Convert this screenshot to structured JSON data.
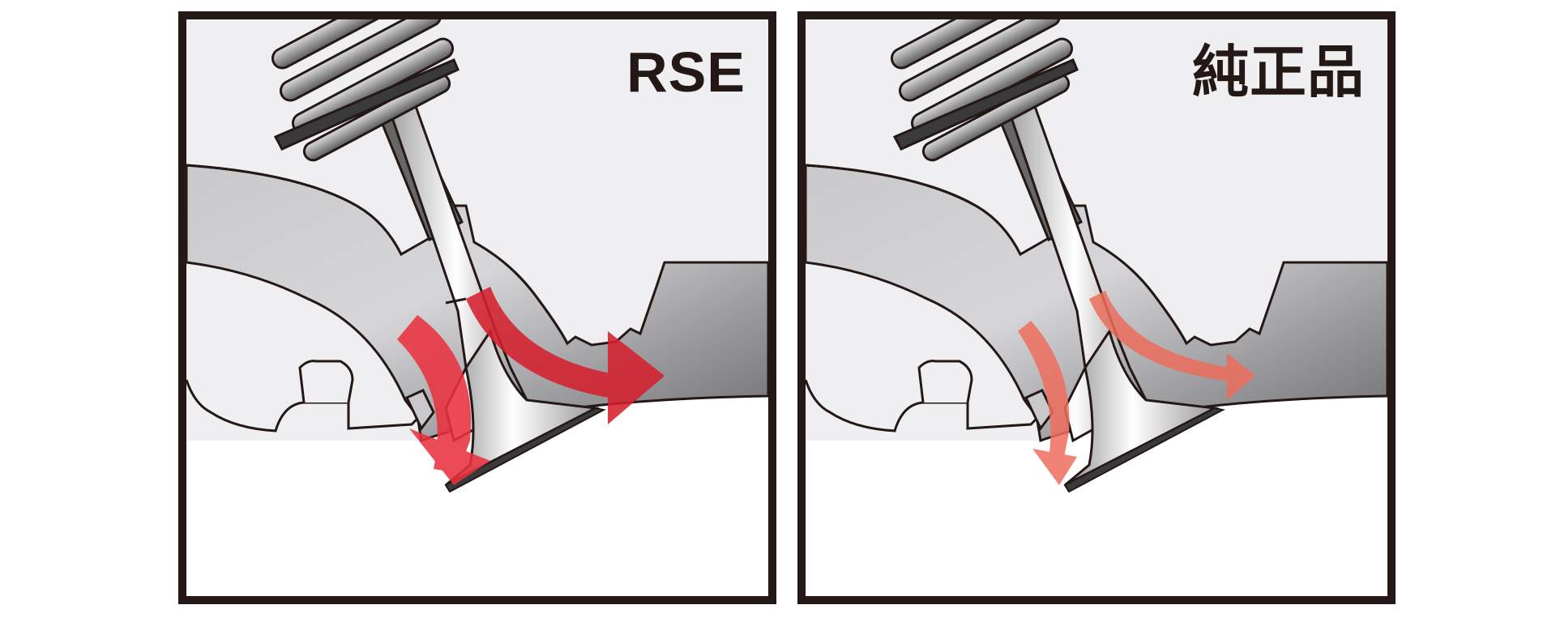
{
  "panels": [
    {
      "label": "RSE",
      "flow": "strong",
      "arrow_color": "#d4202e",
      "arrow_color_alt": "#e8333f"
    },
    {
      "label": "純正品",
      "flow": "weak",
      "arrow_color": "#ec6d5c",
      "arrow_color_alt": "#ef6e5f"
    }
  ],
  "colors": {
    "outline": "#231815",
    "chamber_bg": "#efeef0",
    "port_light": "#dcdcdc",
    "port_dark": "#8c8c8c"
  }
}
